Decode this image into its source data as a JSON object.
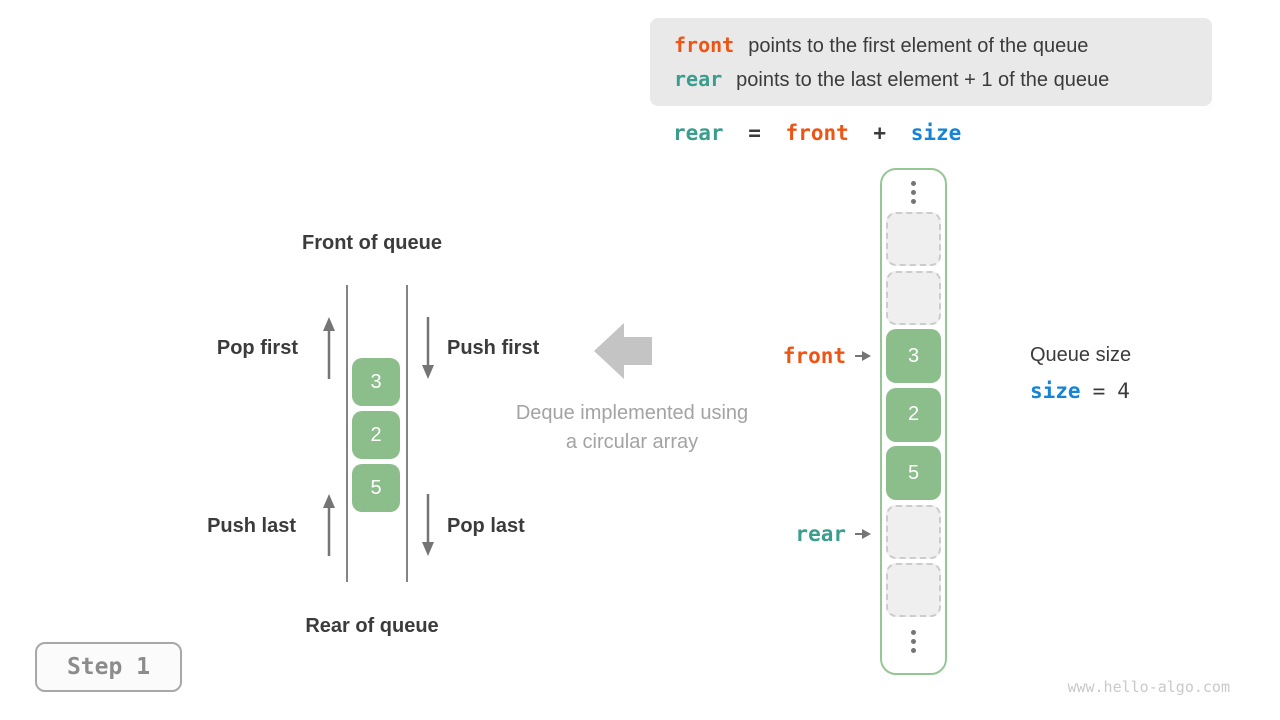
{
  "colors": {
    "orange": "#ee5514",
    "teal": "#3a9d8d",
    "blue": "#1583d6",
    "dark-text": "#3b3b3b",
    "gray-text": "#a3a3a3",
    "arrow-gray": "#757575",
    "block-arrow-gray": "#c4c4c4",
    "info-box-bg": "#e9e9e9",
    "cell-green": "#8cbe8c",
    "array-border-green": "#95c795",
    "empty-cell-bg": "#efefef",
    "empty-cell-border": "#cccccc",
    "step-text": "#8c8c8c",
    "watermark": "#c9c9c9"
  },
  "legend": {
    "line1": {
      "keyword": "front",
      "text": "points to the first element of the queue"
    },
    "line2": {
      "keyword": "rear",
      "text": "points to the last element + 1 of the queue"
    }
  },
  "formula": {
    "lhs": "rear",
    "eq": "=",
    "rhs1": "front",
    "plus": "+",
    "rhs2": "size"
  },
  "deque": {
    "front_title": "Front of queue",
    "rear_title": "Rear of queue",
    "pop_first": "Pop first",
    "push_first": "Push first",
    "push_last": "Push last",
    "pop_last": "Pop last",
    "values": [
      "3",
      "2",
      "5"
    ]
  },
  "caption": {
    "line1": "Deque implemented using",
    "line2": "a circular array"
  },
  "array": {
    "cells": [
      {
        "type": "empty"
      },
      {
        "type": "empty"
      },
      {
        "type": "filled",
        "value": "3"
      },
      {
        "type": "filled",
        "value": "2"
      },
      {
        "type": "filled",
        "value": "5"
      },
      {
        "type": "empty"
      },
      {
        "type": "empty"
      }
    ],
    "front_pointer": "front",
    "rear_pointer": "rear"
  },
  "queue_size": {
    "label": "Queue size",
    "var": "size",
    "eq": "=",
    "value": "4"
  },
  "step": {
    "label": "Step 1"
  },
  "watermark": "www.hello-algo.com"
}
